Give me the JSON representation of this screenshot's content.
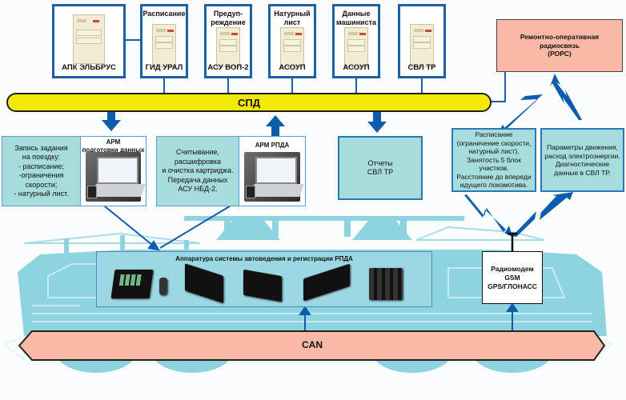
{
  "servers": [
    {
      "top_label": "",
      "bottom_label": "АПК ЭЛЬБРУС"
    },
    {
      "top_label": "Расписание",
      "bottom_label": "ГИД УРАЛ"
    },
    {
      "top_label": "Предуп-\nреждение",
      "bottom_label": "АСУ ВОП-2"
    },
    {
      "top_label": "Натурный\nлист",
      "bottom_label": "АСОУП"
    },
    {
      "top_label": "Данные\nмашиниста",
      "bottom_label": "АСОУП"
    },
    {
      "top_label": "",
      "bottom_label": "СВЛ ТР"
    }
  ],
  "rors": {
    "label": "Ремонтно-оперативная\nрадиосвязь\n(РОРС)"
  },
  "spd": {
    "label": "СПД"
  },
  "task_note": {
    "text": "Запись задания\nна поездку:\n- расписание;\n-ограничения скорости;\n- натурный лист."
  },
  "arm_prep": {
    "title": "АРМ\nподготовки данных"
  },
  "read_note": {
    "text": "Считывание,\nрасшифровка\nи очистка картриджа.\nПередача данных\nАСУ НБД-2."
  },
  "arm_rpda": {
    "title": "АРМ РПДА"
  },
  "reports": {
    "text": "Отчеты\nСВЛ ТР"
  },
  "radio_in": {
    "text": "Расписание\n(ограничение скорости,\nнатурный лист).\nЗанятость 5 блок\nучастков.\nРасстояние до впереди\nидущего локомотива."
  },
  "radio_out": {
    "text": "Параметры движения,\nрасход электроэнергии.\nДиагностические\nданные в СВЛ ТР."
  },
  "equipment": {
    "title": "Аппаратура системы автоведения и регистрации РПДА"
  },
  "modem": {
    "text": "Радиомодем\nGSM\nGPS/ГЛОНАСС"
  },
  "can": {
    "label": "CAN"
  },
  "colors": {
    "bus_yellow": "#f2ea06",
    "arrow_blue": "#0b5cad",
    "teal_box": "#a7dcdc",
    "rors_pink": "#f9b9a6",
    "can_pink": "#f9b9a6",
    "loco_blue": "#8dd3e0"
  }
}
